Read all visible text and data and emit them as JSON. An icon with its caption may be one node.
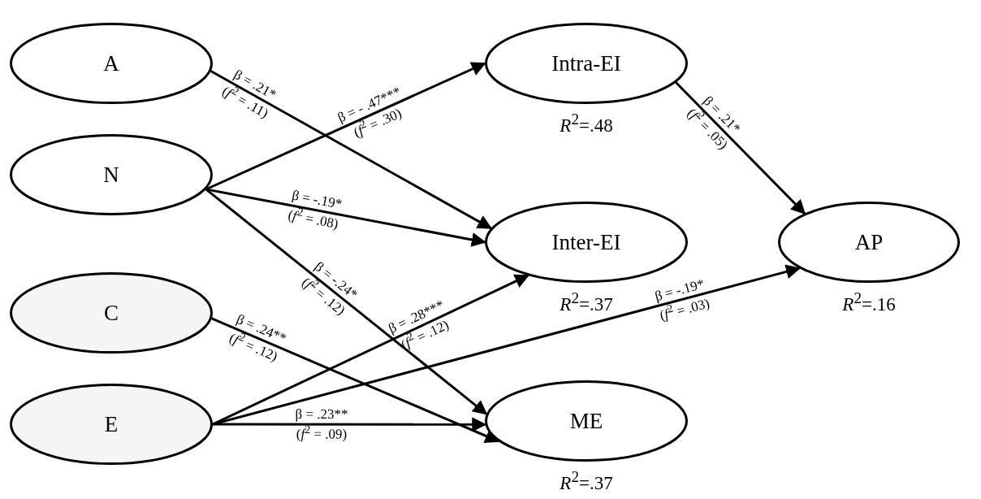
{
  "diagram": {
    "nodes": [
      {
        "text": [
          "A"
        ]
      },
      {
        "text": [
          "N"
        ]
      },
      {
        "text": [
          "C"
        ]
      },
      {
        "text": [
          "E"
        ]
      },
      {
        "text": [
          "Intra-EI"
        ],
        "beside": [
          "*R*$^{2}$=.48"
        ]
      },
      {
        "text": [
          "Inter-EI"
        ],
        "beside": [
          "*R*$^{2}$=.37"
        ]
      },
      {
        "text": [
          "ME"
        ],
        "beside": [
          "*R*$^{2}$=.37"
        ]
      },
      {
        "text": [
          "AP"
        ],
        "beside": [
          "*R*$^{2}$=.16"
        ]
      }
    ],
    "edges": [
      {
        "from": 0,
        "to": 5,
        "arrow": "to",
        "label": "β = .21* (*f*$^{2}$ = .11)"
      },
      {
        "from": 1,
        "to": 4,
        "arrow": "to",
        "label": "β = - .47*** (*f*$^{2}$ = .30)"
      },
      {
        "from": 1,
        "to": 5,
        "arrow": "to",
        "label": "β = -.19* (*f*$^{2}$ = .08)"
      },
      {
        "from": 1,
        "to": 6,
        "arrow": "to",
        "label": "β = -.24* (*f*$^{2}$ = .12)"
      },
      {
        "from": 2,
        "to": 6,
        "arrow": "to",
        "label": "β = .24** (*f*$^{2}$ = .12)"
      },
      {
        "from": 3,
        "to": 5,
        "arrow": "to",
        "label": "β = .28*** (*f*$^{2}$ = .12)"
      },
      {
        "from": 3,
        "to": 6,
        "arrow": "to",
        "label": "β = .23** (*f*$^{2}$ = .09)"
      },
      {
        "from": 3,
        "to": 7,
        "arrow": "to",
        "label": "β = -.19* (*f*$^{2}$ = .03)"
      },
      {
        "from": 4,
        "to": 7,
        "arrow": "to",
        "label": "β = .21* (*f*$^{2}$ = .05)"
      }
    ]
  }
}
